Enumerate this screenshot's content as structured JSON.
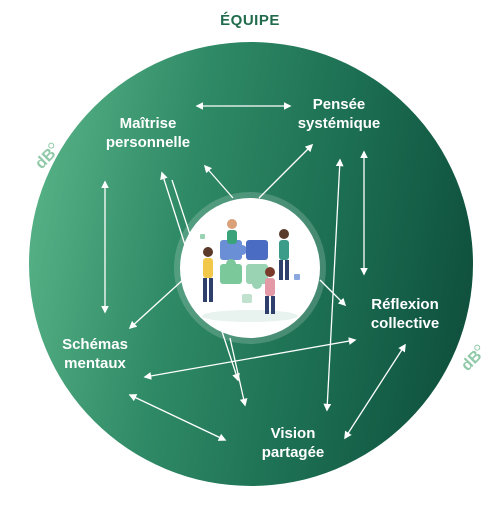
{
  "title": "ÉQUIPE",
  "nodes": {
    "maitrise": "Maîtrise personnelle",
    "pensee": "Pensée systémique",
    "reflexion": "Réflexion collective",
    "schemas": "Schémas mentaux",
    "vision": "Vision partagée"
  },
  "logo_text": "dB",
  "colors": {
    "title": "#1f6b4c",
    "circle_light": "#5db88c",
    "circle_dark": "#0c4a39",
    "arrows": "#ffffff",
    "logo": "#8fc9a8"
  },
  "center_illustration": "team-puzzle-illustration"
}
